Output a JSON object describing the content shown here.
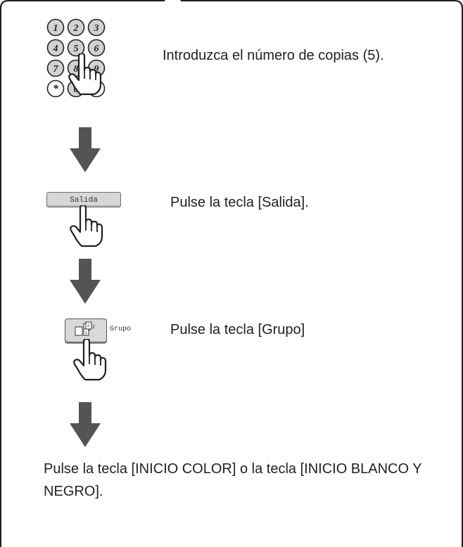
{
  "steps": {
    "keypad": {
      "keys": [
        "1",
        "2",
        "3",
        "4",
        "5",
        "6",
        "7",
        "8",
        "9",
        "*",
        "0",
        "#/P"
      ],
      "instruction": "Introduzca el número de copias (5)."
    },
    "salida": {
      "button_label": "Salida",
      "instruction": "Pulse la tecla [Salida]."
    },
    "grupo": {
      "button_label": "Grupo",
      "instruction": "Pulse la tecla [Grupo]"
    },
    "final": {
      "instruction": "Pulse la tecla [INICIO COLOR] o la tecla [INICIO BLANCO Y NEGRO]."
    }
  },
  "colors": {
    "frame": "#231f20",
    "arrow": "#545454",
    "key_fill": "#d2d2d2"
  }
}
